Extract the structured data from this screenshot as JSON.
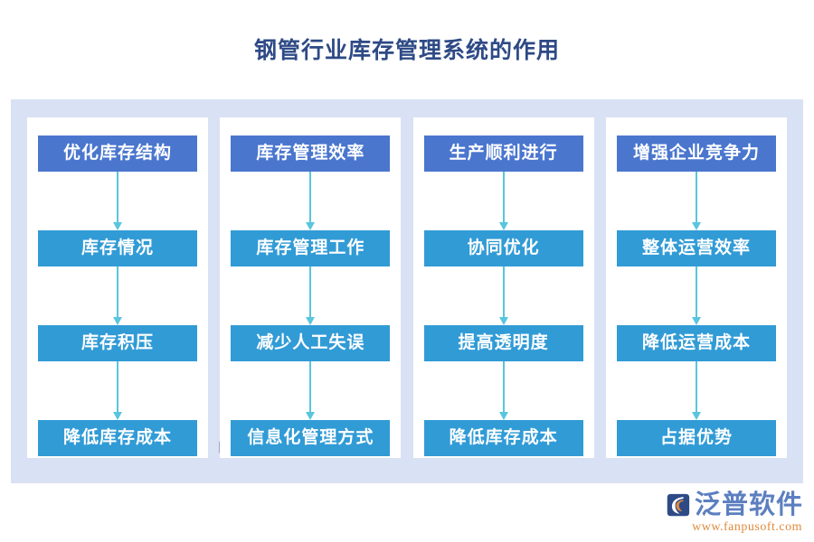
{
  "title": "钢管行业库存管理系统的作用",
  "colors": {
    "title_text": "#2E4A86",
    "container_bg": "#D9E1F4",
    "panel_bg": "#FFFFFF",
    "node_head_bg": "#4A76CE",
    "node_body_bg": "#319BD6",
    "node_text": "#FFFFFF",
    "arrow": "#59C5DE",
    "brand_name": "#5C7FC0",
    "brand_url": "#E08A3C"
  },
  "diagram": {
    "type": "flowchart",
    "columns": [
      {
        "id": "column-1",
        "nodes": [
          {
            "label": "优化库存结构",
            "level": "head"
          },
          {
            "label": "库存情况",
            "level": "body"
          },
          {
            "label": "库存积压",
            "level": "body"
          },
          {
            "label": "降低库存成本",
            "level": "body"
          }
        ]
      },
      {
        "id": "column-2",
        "nodes": [
          {
            "label": "库存管理效率",
            "level": "head"
          },
          {
            "label": "库存管理工作",
            "level": "body"
          },
          {
            "label": "减少人工失误",
            "level": "body"
          },
          {
            "label": "信息化管理方式",
            "level": "body"
          }
        ]
      },
      {
        "id": "column-3",
        "nodes": [
          {
            "label": "生产顺利进行",
            "level": "head"
          },
          {
            "label": "协同优化",
            "level": "body"
          },
          {
            "label": "提高透明度",
            "level": "body"
          },
          {
            "label": "降低库存成本",
            "level": "body"
          }
        ]
      },
      {
        "id": "column-4",
        "nodes": [
          {
            "label": "增强企业竞争力",
            "level": "head"
          },
          {
            "label": "整体运营效率",
            "level": "body"
          },
          {
            "label": "降低运营成本",
            "level": "body"
          },
          {
            "label": "占据优势",
            "level": "body"
          }
        ]
      }
    ]
  },
  "watermark": {
    "text": "泛普软件"
  },
  "brand": {
    "name": "泛普软件",
    "url": "www.fanpusoft.com"
  }
}
